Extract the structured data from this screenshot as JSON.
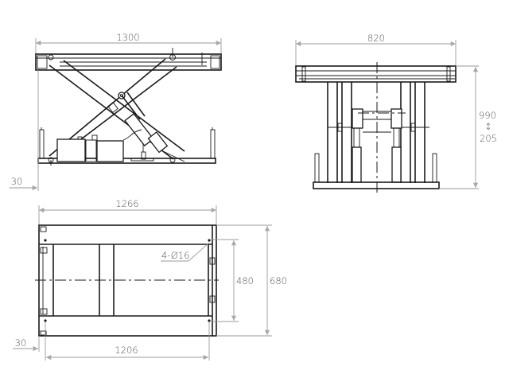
{
  "front_view": {
    "width_dim": "1300",
    "offset_dim": "30"
  },
  "side_view": {
    "width_dim": "820",
    "height_max": "990",
    "height_arrow": "↕",
    "height_min": "205"
  },
  "top_view": {
    "length_dim": "1266",
    "hole_label": "4-Ø16",
    "hole_spacing_dim": "480",
    "width_dim": "680",
    "offset_dim": "30",
    "hole_pitch_dim": "1206"
  }
}
